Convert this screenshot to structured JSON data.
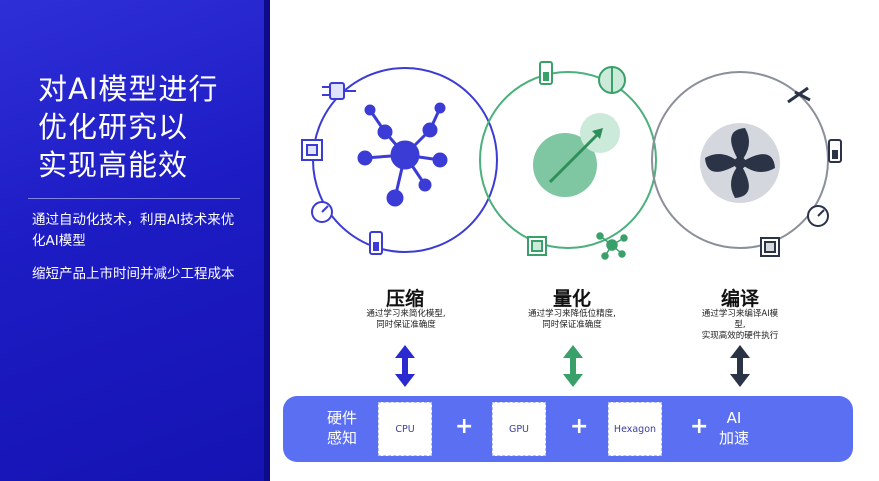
{
  "slide": {
    "title_line1": "对AI模型进行",
    "title_line2": "优化研究以",
    "title_line3": "实现高能效",
    "point1": "通过自动化技术，利用AI技术来优化AI模型",
    "point2": "缩短产品上市时间并减少工程成本"
  },
  "methods": [
    {
      "label": "压缩",
      "desc_line1": "通过学习来简化模型,",
      "desc_line2": "同时保证准确度",
      "color": "#2a2ad0"
    },
    {
      "label": "量化",
      "desc_line1": "通过学习来降低位精度,",
      "desc_line2": "同时保证准确度",
      "color": "#3aa06a"
    },
    {
      "label": "编译",
      "desc_line1": "通过学习来编译AI模",
      "desc_line2": "型,",
      "desc_line3": "实现高效的硬件执行",
      "color": "#2b3347"
    }
  ],
  "hardware": {
    "label_line1": "硬件",
    "label_line2": "感知",
    "chips": [
      "CPU",
      "GPU",
      "Hexagon"
    ],
    "plus": "+",
    "ai_line1": "AI",
    "ai_line2": "加速",
    "bar_color": "#5b6ff2"
  }
}
